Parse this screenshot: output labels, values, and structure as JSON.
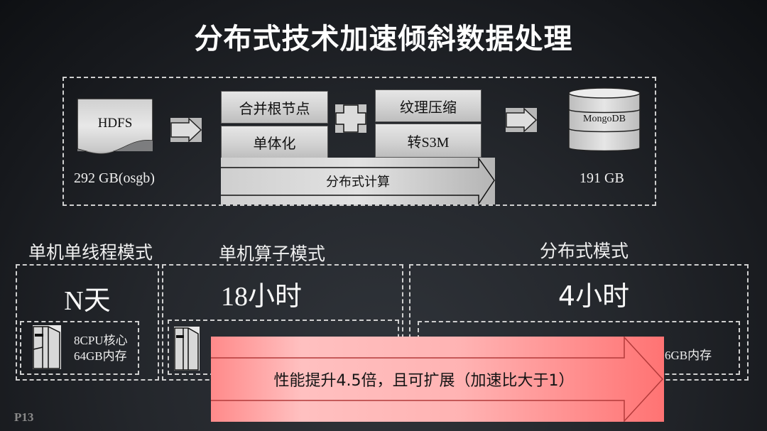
{
  "slide": {
    "title": "分布式技术加速倾斜数据处理",
    "page_number": "P13"
  },
  "pipeline": {
    "source": {
      "icon": "document-icon",
      "label": "HDFS",
      "size": "292 GB(osgb)"
    },
    "steps_group_a": [
      "合并根节点",
      "单体化"
    ],
    "plus_icon": "plus-icon",
    "steps_group_b": [
      "纹理压缩",
      "转S3M"
    ],
    "compute_arrow_label": "分布式计算",
    "target": {
      "icon": "database-icon",
      "label": "MongoDB",
      "size": "191 GB"
    }
  },
  "modes": [
    {
      "title": "单机单线程模式",
      "time": "N天",
      "spec_line1": "8CPU核心",
      "spec_line2": "64GB内存"
    },
    {
      "title": "单机算子模式",
      "time": "18小时"
    },
    {
      "title": "分布式模式",
      "time": "4小时",
      "spec_partial": "6GB内存"
    }
  ],
  "highlight": {
    "text": "性能提升4.5倍，且可扩展（加速比大于1）",
    "color": "#ff7c7c"
  },
  "colors": {
    "background": "#24272c",
    "box_gray": "#d2d2d2",
    "highlight_red": "#ff7c7c"
  }
}
